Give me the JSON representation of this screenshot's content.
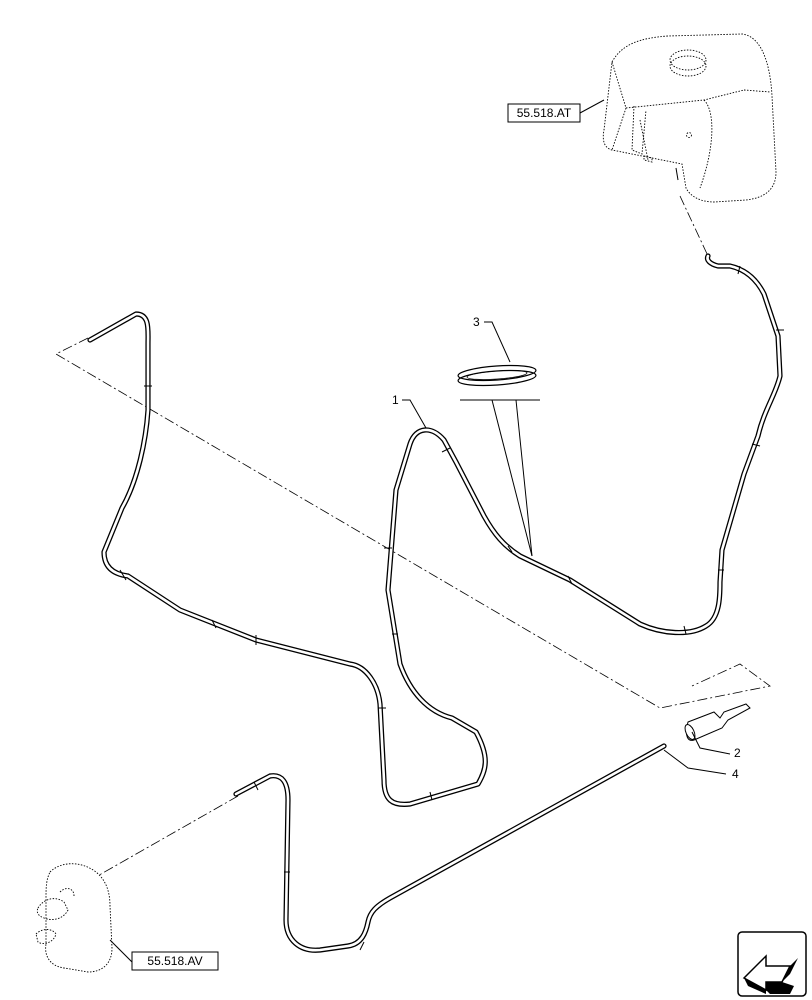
{
  "callouts": {
    "item1": "1",
    "item2": "2",
    "item3": "3",
    "item4": "4"
  },
  "references": {
    "reservoir_ref": "55.518.AT",
    "nozzle_ref": "55.518.AV"
  },
  "icons": {
    "nav_arrow": "back-arrow-icon"
  }
}
